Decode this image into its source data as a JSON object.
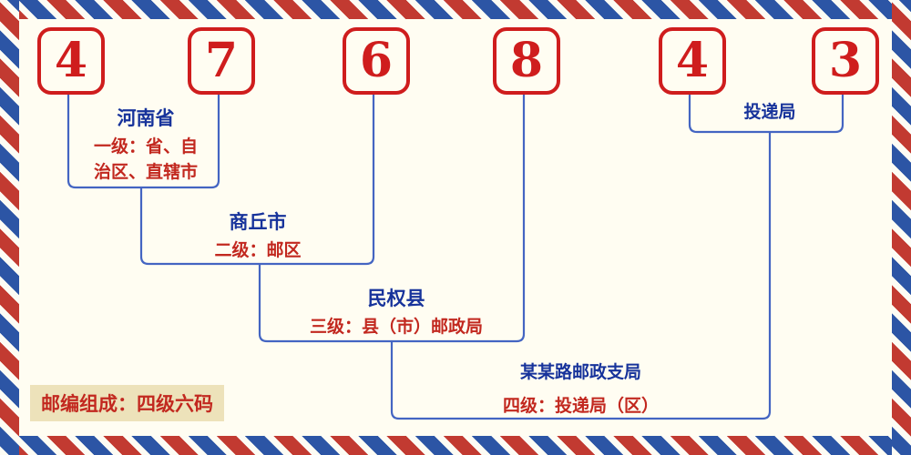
{
  "postal_code": {
    "digits": [
      "4",
      "7",
      "6",
      "8",
      "4",
      "3"
    ]
  },
  "labels": {
    "level1": {
      "name": "河南省",
      "desc_line1": "一级：省、自",
      "desc_line2": "治区、直辖市"
    },
    "level2": {
      "name": "商丘市",
      "desc": "二级：邮区"
    },
    "level3": {
      "name": "民权县",
      "desc": "三级：县（市）邮政局"
    },
    "level4": {
      "name": "某某路邮政支局",
      "desc": "四级：投递局（区）"
    },
    "delivery": {
      "name": "投递局"
    }
  },
  "footer": {
    "note": "邮编组成：四级六码"
  },
  "colors": {
    "digit_red": "#cf1d1d",
    "line_blue": "#4465c2",
    "label_blue": "#17339b",
    "desc_red": "#c2281f",
    "border_red": "#c23a31",
    "border_blue": "#2c55a5",
    "note_bg": "#ede2ba",
    "background": "#fffdf2"
  }
}
